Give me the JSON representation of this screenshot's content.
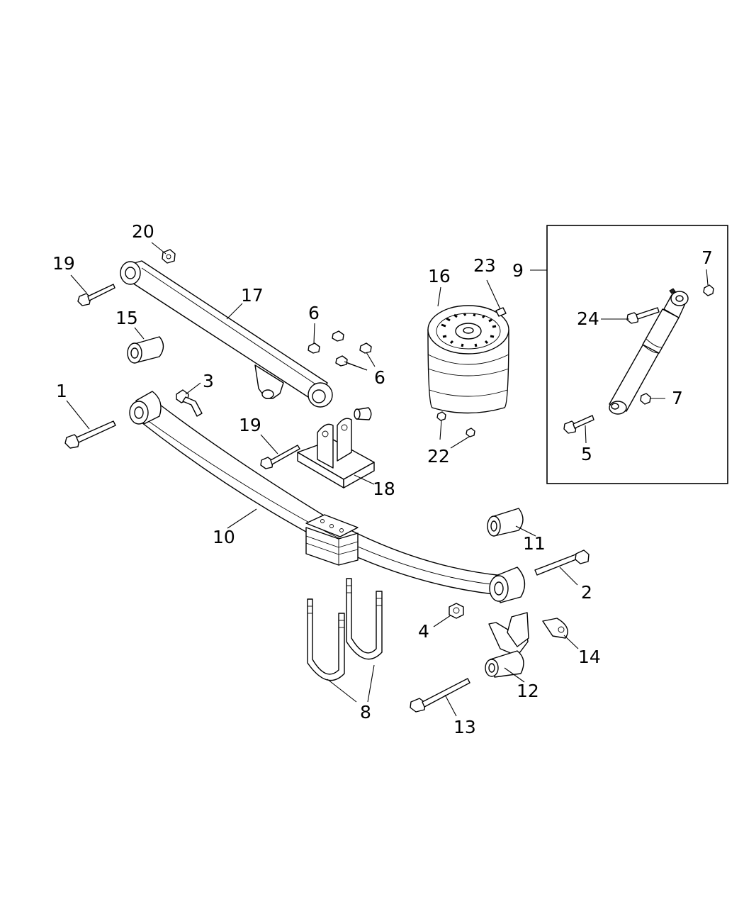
{
  "callouts": [
    {
      "id": "c1",
      "text": "1"
    },
    {
      "id": "c2",
      "text": "2"
    },
    {
      "id": "c3",
      "text": "3"
    },
    {
      "id": "c4",
      "text": "4"
    },
    {
      "id": "c5",
      "text": "5"
    },
    {
      "id": "c6a",
      "text": "6"
    },
    {
      "id": "c6b",
      "text": "6"
    },
    {
      "id": "c7a",
      "text": "7"
    },
    {
      "id": "c7b",
      "text": "7"
    },
    {
      "id": "c8",
      "text": "8"
    },
    {
      "id": "c9",
      "text": "9"
    },
    {
      "id": "c10",
      "text": "10"
    },
    {
      "id": "c11",
      "text": "11"
    },
    {
      "id": "c12",
      "text": "12"
    },
    {
      "id": "c13",
      "text": "13"
    },
    {
      "id": "c14",
      "text": "14"
    },
    {
      "id": "c15",
      "text": "15"
    },
    {
      "id": "c16",
      "text": "16"
    },
    {
      "id": "c17",
      "text": "17"
    },
    {
      "id": "c18",
      "text": "18"
    },
    {
      "id": "c19a",
      "text": "19"
    },
    {
      "id": "c19b",
      "text": "19"
    },
    {
      "id": "c20",
      "text": "20"
    },
    {
      "id": "c22",
      "text": "22"
    },
    {
      "id": "c23",
      "text": "23"
    },
    {
      "id": "c24",
      "text": "24"
    }
  ]
}
